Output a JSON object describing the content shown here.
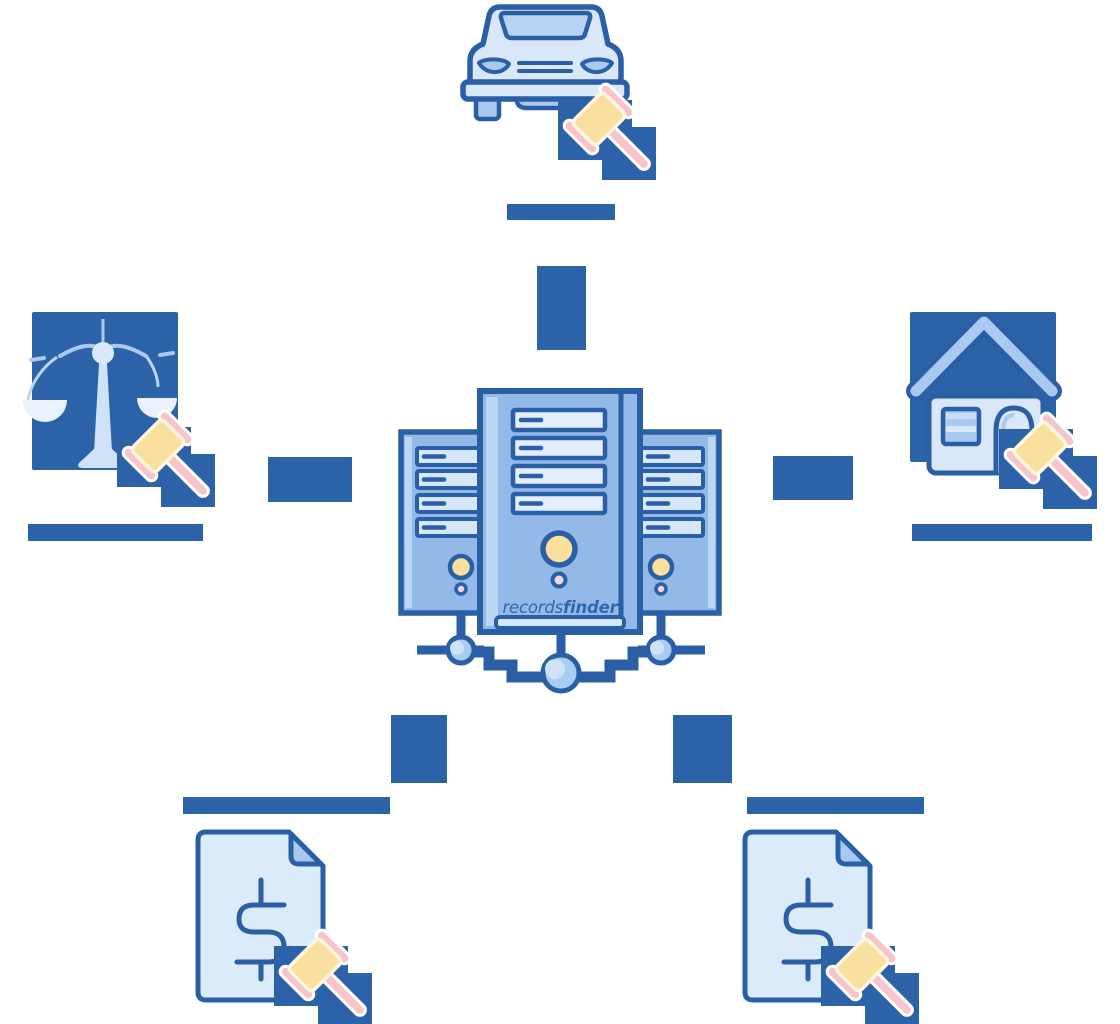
{
  "brand": {
    "full": "recordsfinder",
    "regular": "records",
    "bold": "finder"
  },
  "colors": {
    "primary_dark": "#2a5fa6",
    "solid_bar_blue": "#2b62a8",
    "server_body_blue": "#92b9e8",
    "accent_medium_blue": "#a9c9f0",
    "fill_light_blue": "#d9e7f8",
    "fill_extra_light": "#e9f2fc",
    "gavel_yellow": "#f9e09e",
    "gavel_pink": "#f6c5cb",
    "dot_pink": "#f6d3d9",
    "wordmark_blue": "#2e68b0"
  },
  "diagram": {
    "center": {
      "icon": "server-rack-icon",
      "wordmark": "recordsfinder"
    },
    "satellites": [
      {
        "position": "top",
        "icon": "car-gavel-icon",
        "label_text": ""
      },
      {
        "position": "left",
        "icon": "scales-gavel-icon",
        "label_text": ""
      },
      {
        "position": "right",
        "icon": "house-gavel-icon",
        "label_text": ""
      },
      {
        "position": "bottom-left",
        "icon": "dollar-document-gavel-icon",
        "label_text": ""
      },
      {
        "position": "bottom-right",
        "icon": "dollar-document-gavel-icon",
        "label_text": ""
      }
    ]
  }
}
